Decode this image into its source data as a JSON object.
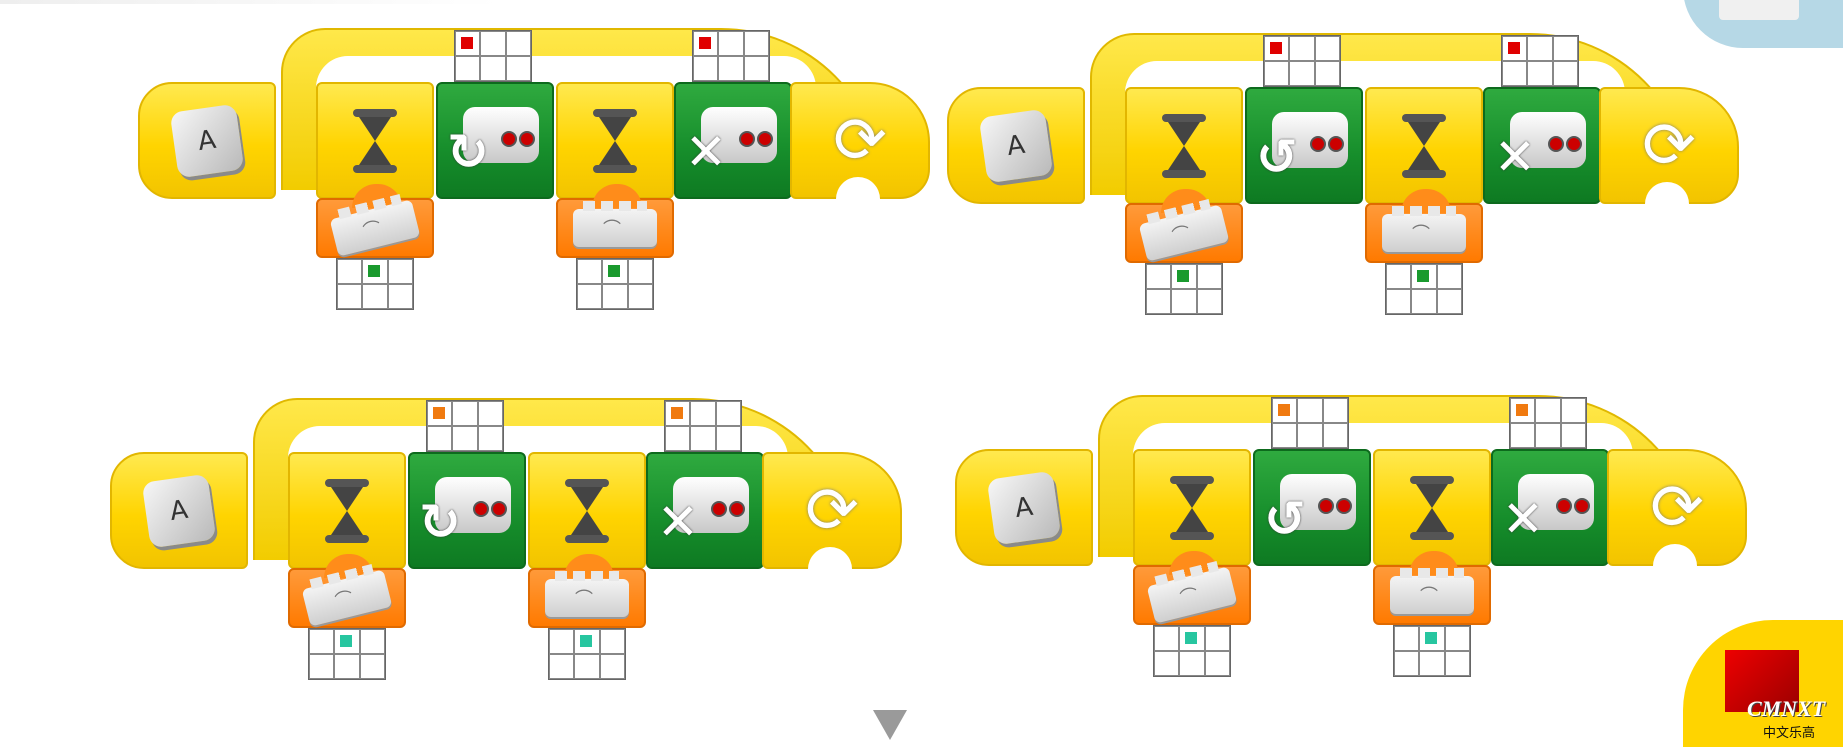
{
  "programs": [
    {
      "start_key": "A",
      "blocks": [
        {
          "type": "wait",
          "sensor": "tilt",
          "sensor_grid_mark_color": "#1a9a2e"
        },
        {
          "type": "motor",
          "symbol": "↻",
          "direction": "clockwise",
          "grid_mark_color": "#e00000"
        },
        {
          "type": "wait",
          "sensor": "flat",
          "sensor_grid_mark_color": "#1a9a2e"
        },
        {
          "type": "motor",
          "symbol": "✕",
          "direction": "stop",
          "grid_mark_color": "#e00000"
        }
      ],
      "loop_icon": "⟳"
    },
    {
      "start_key": "A",
      "blocks": [
        {
          "type": "wait",
          "sensor": "tilt",
          "sensor_grid_mark_color": "#1a9a2e"
        },
        {
          "type": "motor",
          "symbol": "↺",
          "direction": "counterclockwise",
          "grid_mark_color": "#e00000"
        },
        {
          "type": "wait",
          "sensor": "flat",
          "sensor_grid_mark_color": "#1a9a2e"
        },
        {
          "type": "motor",
          "symbol": "✕",
          "direction": "stop",
          "grid_mark_color": "#e00000"
        }
      ],
      "loop_icon": "⟳"
    },
    {
      "start_key": "A",
      "blocks": [
        {
          "type": "wait",
          "sensor": "tilt",
          "sensor_grid_mark_color": "#27c6a0"
        },
        {
          "type": "motor",
          "symbol": "↻",
          "direction": "clockwise",
          "grid_mark_color": "#f07a10"
        },
        {
          "type": "wait",
          "sensor": "flat",
          "sensor_grid_mark_color": "#27c6a0"
        },
        {
          "type": "motor",
          "symbol": "✕",
          "direction": "stop",
          "grid_mark_color": "#f07a10"
        }
      ],
      "loop_icon": "⟳"
    },
    {
      "start_key": "A",
      "blocks": [
        {
          "type": "wait",
          "sensor": "tilt",
          "sensor_grid_mark_color": "#27c6a0"
        },
        {
          "type": "motor",
          "symbol": "↺",
          "direction": "counterclockwise",
          "grid_mark_color": "#f07a10"
        },
        {
          "type": "wait",
          "sensor": "flat",
          "sensor_grid_mark_color": "#27c6a0"
        },
        {
          "type": "motor",
          "symbol": "✕",
          "direction": "stop",
          "grid_mark_color": "#f07a10"
        }
      ],
      "loop_icon": "⟳"
    }
  ],
  "icons": {
    "wait": "hourglass-icon",
    "motor": "motor-icon",
    "loop": "loop-icon",
    "scroll": "scroll-down-icon"
  },
  "logo": {
    "text": "CMNXT",
    "subtext": "中文乐高"
  },
  "colors": {
    "block_yellow": "#ffd400",
    "block_green": "#168d2b",
    "sensor_orange": "#ff7a00"
  }
}
